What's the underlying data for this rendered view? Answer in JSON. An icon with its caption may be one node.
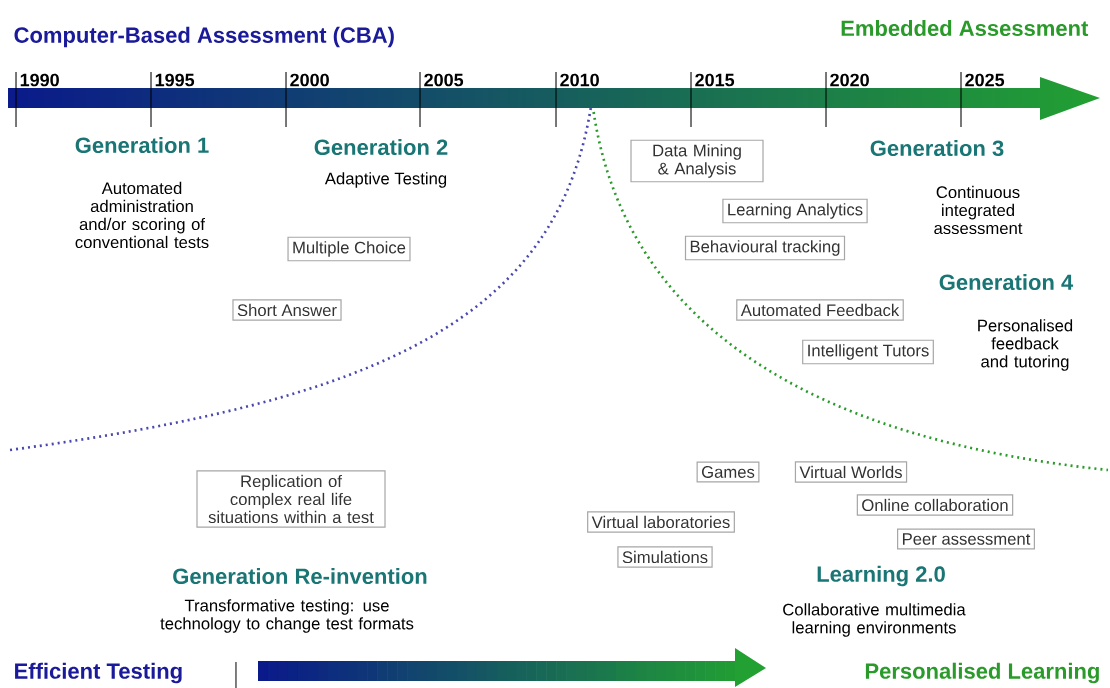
{
  "diagram": {
    "nodes": [
      {
        "text": [
          "Multiple Choice"
        ]
      },
      {
        "text": [
          "Short Answer"
        ]
      },
      {
        "text": [
          "Replication of complex real life situations within a test"
        ]
      },
      {
        "text": [
          "Data Mining & Analysis"
        ]
      },
      {
        "text": [
          "Learning Analytics"
        ]
      },
      {
        "text": [
          "Behavioural tracking"
        ]
      },
      {
        "text": [
          "Automated Feedback"
        ]
      },
      {
        "text": [
          "Intelligent Tutors"
        ]
      },
      {
        "text": [
          "Games"
        ]
      },
      {
        "text": [
          "Virtual Worlds"
        ]
      },
      {
        "text": [
          "Online collaboration"
        ]
      },
      {
        "text": [
          "Peer assessment"
        ]
      },
      {
        "text": [
          "Virtual laboratories"
        ]
      },
      {
        "text": [
          "Simulations"
        ]
      }
    ],
    "labels": [
      "Computer-Based Assessment (CBA)",
      "Embedded Assessment",
      "1990",
      "1995",
      "2000",
      "2005",
      "2010",
      "2015",
      "2020",
      "2025",
      "Generation 1",
      "Automated administration and/or scoring of conventional tests",
      "Generation 2",
      "Adaptive Testing",
      "Generation 3",
      "Continuous integrated assessment",
      "Generation 4",
      "Personalised feedback and tutoring",
      "Generation Re-invention",
      "Transformative testing: use technology to change test formats",
      "Learning 2.0",
      "Collaborative multimedia learning environments",
      "Efficient Testing",
      "Personalised Learning"
    ]
  }
}
